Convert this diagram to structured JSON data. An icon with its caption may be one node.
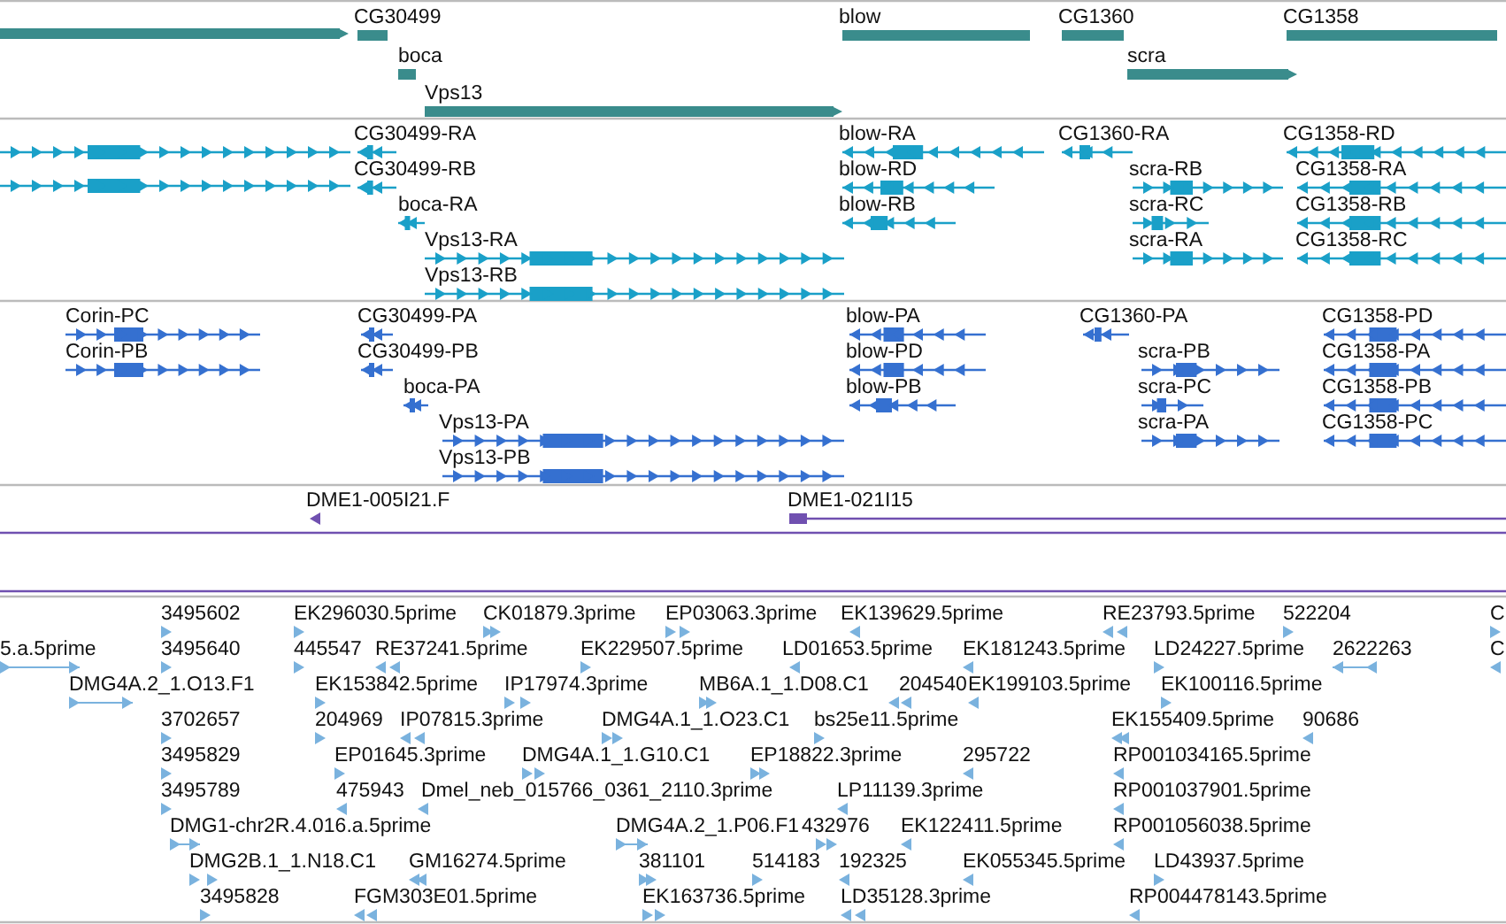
{
  "diagram": {
    "labels": [
      "CG30499",
      "blow",
      "CG1360",
      "CG1358",
      "boca",
      "scra",
      "Vps13",
      "CG30499-RA",
      "blow-RA",
      "CG1360-RA",
      "CG1358-RD",
      "CG30499-RB",
      "blow-RD",
      "scra-RB",
      "CG1358-RA",
      "boca-RA",
      "blow-RB",
      "scra-RC",
      "CG1358-RB",
      "Vps13-RA",
      "scra-RA",
      "CG1358-RC",
      "Vps13-RB",
      "Corin-PC",
      "CG30499-PA",
      "blow-PA",
      "CG1360-PA",
      "CG1358-PD",
      "Corin-PB",
      "CG30499-PB",
      "blow-PD",
      "scra-PB",
      "CG1358-PA",
      "boca-PA",
      "blow-PB",
      "scra-PC",
      "CG1358-PB",
      "Vps13-PA",
      "scra-PA",
      "CG1358-PC",
      "Vps13-PB",
      "DME1-005I21.F",
      "DME1-021I15",
      "3495602",
      "EK296030.5prime",
      "CK01879.3prime",
      "EP03063.3prime",
      "EK139629.5prime",
      "RE23793.5prime",
      "522204",
      "C",
      "5.a.5prime",
      "3495640",
      "445547",
      "RE37241.5prime",
      "EK229507.5prime",
      "LD01653.5prime",
      "EK181243.5prime",
      "LD24227.5prime",
      "2622263",
      "C",
      "DMG4A.2_1.O13.F1",
      "EK153842.5prime",
      "IP17974.3prime",
      "MB6A.1_1.D08.C1",
      "204540",
      "EK199103.5prime",
      "EK100116.5prime",
      "3702657",
      "204969",
      "IP07815.3prime",
      "DMG4A.1_1.O23.C1",
      "bs25e11.5prime",
      "EK155409.5prime",
      "90686",
      "3495829",
      "EP01645.3prime",
      "DMG4A.1_1.G10.C1",
      "EP18822.3prime",
      "295722",
      "RP001034165.5prime",
      "3495789",
      "475943",
      "Dmel_neb_015766_0361_2110.3prime",
      "LP11139.3prime",
      "RP001037901.5prime",
      "DMG1-chr2R.4.016.a.5prime",
      "DMG4A.2_1.P06.F1",
      "432976",
      "EK122411.5prime",
      "RP001056038.5prime",
      "DMG2B.1_1.N18.C1",
      "GM16274.5prime",
      "381101",
      "514183",
      "192325",
      "EK055345.5prime",
      "LD43937.5prime",
      "3495828",
      "FGM303E01.5prime",
      "EK163736.5prime",
      "LD35128.3prime",
      "RP004478143.5prime"
    ]
  }
}
